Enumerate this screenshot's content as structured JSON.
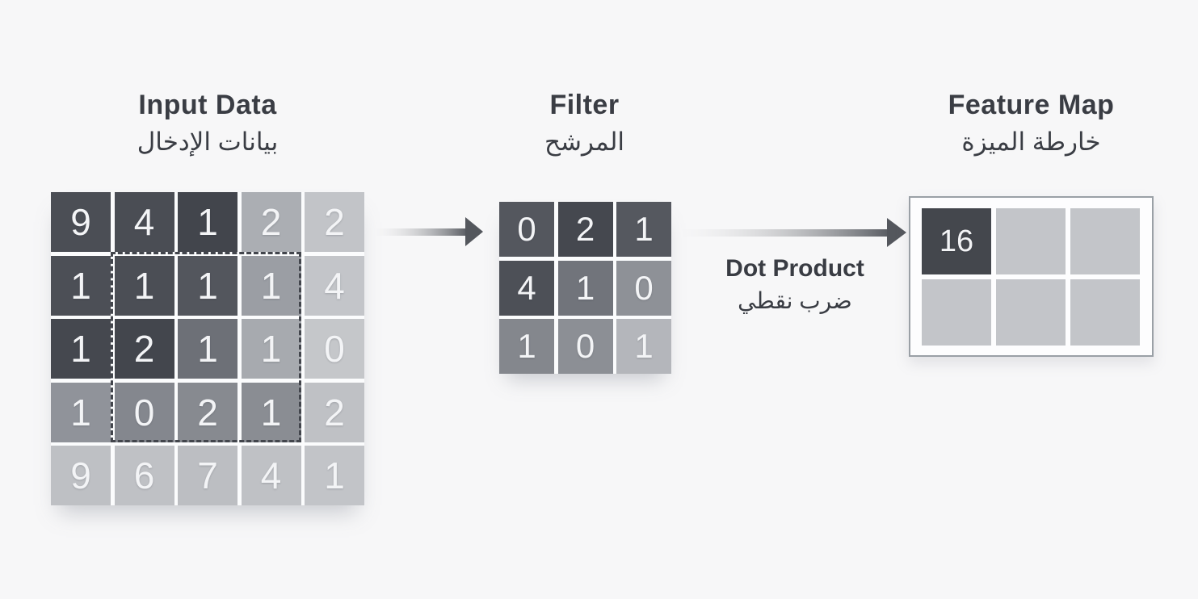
{
  "page": {
    "background": "#f7f7f8",
    "gap_color": "#fbfcfd"
  },
  "input": {
    "title": "Input Data",
    "title_ar": "بيانات الإدخال",
    "rows": 5,
    "cols": 5,
    "values": [
      [
        "9",
        "4",
        "1",
        "2",
        "2"
      ],
      [
        "1",
        "1",
        "1",
        "1",
        "4"
      ],
      [
        "1",
        "2",
        "1",
        "1",
        "0"
      ],
      [
        "1",
        "0",
        "2",
        "1",
        "2"
      ],
      [
        "9",
        "6",
        "7",
        "4",
        "1"
      ]
    ],
    "cell_colors": [
      [
        "#4b4e55",
        "#4a4d54",
        "#42454c",
        "#abaeb3",
        "#c2c4c8"
      ],
      [
        "#4c4f56",
        "#4b4e55",
        "#53565d",
        "#9b9ea4",
        "#c3c5c9"
      ],
      [
        "#45484f",
        "#43464d",
        "#6d7077",
        "#a7aaaf",
        "#c5c7ca"
      ],
      [
        "#90939a",
        "#84878e",
        "#878a90",
        "#8a8d93",
        "#bfc1c5"
      ],
      [
        "#bec0c4",
        "#bfc1c5",
        "#bcbec2",
        "#bfc1c5",
        "#c2c4c8"
      ]
    ],
    "highlight_window": {
      "row_start": 2,
      "col_start": 2,
      "row_end": 4,
      "col_end": 4,
      "style": "dashed"
    }
  },
  "filter": {
    "title": "Filter",
    "title_ar": "المرشح",
    "rows": 3,
    "cols": 3,
    "values": [
      [
        "0",
        "2",
        "1"
      ],
      [
        "4",
        "1",
        "0"
      ],
      [
        "1",
        "0",
        "1"
      ]
    ],
    "cell_colors": [
      [
        "#54575e",
        "#45484f",
        "#55585f"
      ],
      [
        "#4d5057",
        "#71747b",
        "#8e9197"
      ],
      [
        "#84878d",
        "#8c8f95",
        "#b4b6bb"
      ]
    ]
  },
  "feature_map": {
    "title": "Feature Map",
    "title_ar": "خارطة الميزة",
    "rows": 2,
    "cols": 3,
    "values": [
      [
        "16",
        "",
        ""
      ],
      [
        "",
        "",
        ""
      ]
    ],
    "cell_colors": [
      [
        "#44474d",
        "#c3c5c9",
        "#c3c5c9"
      ],
      [
        "#c3c5c9",
        "#c3c5c9",
        "#c3c5c9"
      ]
    ],
    "box_border_color": "#9aa0a6"
  },
  "dot_product": {
    "label": "Dot Product",
    "label_ar": "ضرب نقطي"
  },
  "arrows": {
    "dark_color": "#5a5d63",
    "light_color": "#f0f0f1"
  }
}
